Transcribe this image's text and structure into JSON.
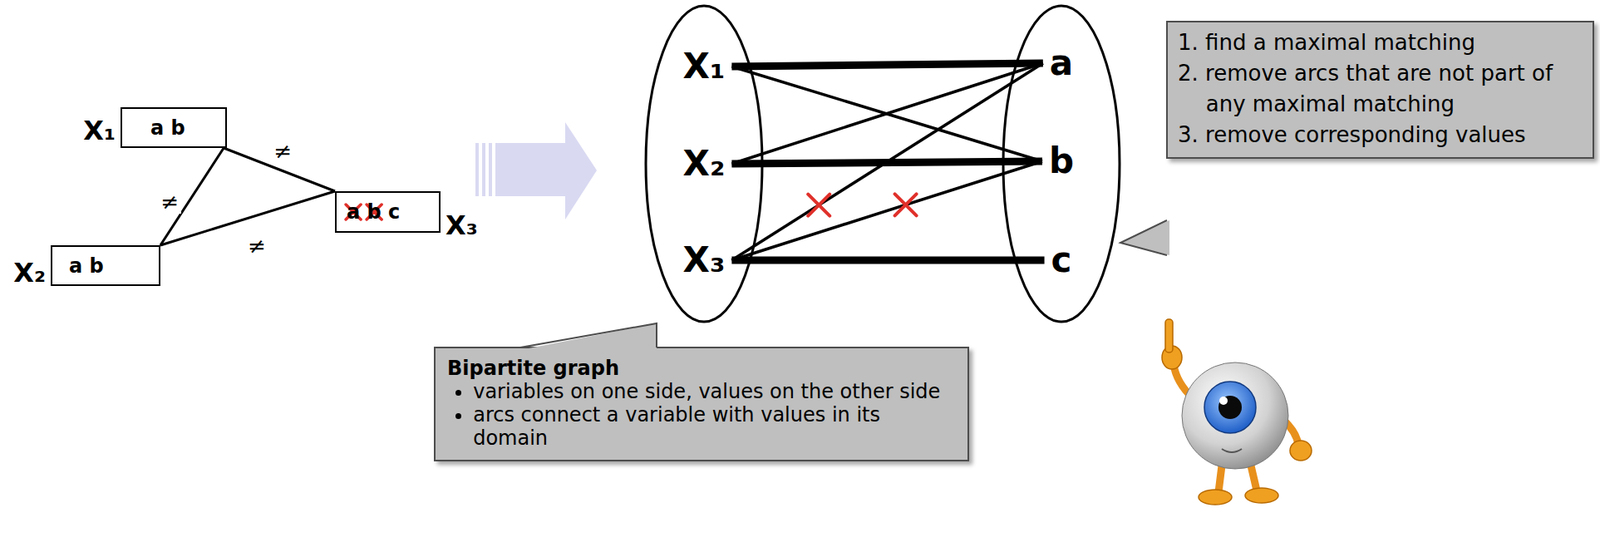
{
  "diagram": {
    "nodes": [
      {
        "text": [
          "X₁",
          "a b"
        ]
      },
      {
        "text": [
          "X₂",
          "a b"
        ]
      },
      {
        "text": [
          "X₃",
          "a b c"
        ]
      },
      {
        "text": [
          "X₁"
        ]
      },
      {
        "text": [
          "X₂"
        ]
      },
      {
        "text": [
          "X₃"
        ]
      },
      {
        "text": [
          "a"
        ]
      },
      {
        "text": [
          "b"
        ]
      },
      {
        "text": [
          "c"
        ]
      },
      {
        "text": [
          "1. find a maximal matching",
          "2. remove arcs that are not part of any maximal matching",
          "3. remove corresponding values"
        ]
      },
      {
        "text": [
          "Bipartite graph",
          "variables on one side, values on the other side",
          "arcs connect a variable with values in its domain"
        ]
      }
    ],
    "edges": [
      {
        "from": 0,
        "to": 1,
        "arrow": "none",
        "label": "≠"
      },
      {
        "from": 0,
        "to": 2,
        "arrow": "none",
        "label": "≠"
      },
      {
        "from": 1,
        "to": 2,
        "arrow": "none",
        "label": "≠"
      },
      {
        "from": 3,
        "to": 6,
        "arrow": "none"
      },
      {
        "from": 3,
        "to": 7,
        "arrow": "none"
      },
      {
        "from": 4,
        "to": 6,
        "arrow": "none"
      },
      {
        "from": 4,
        "to": 7,
        "arrow": "none"
      },
      {
        "from": 5,
        "to": 6,
        "arrow": "none"
      },
      {
        "from": 5,
        "to": 7,
        "arrow": "none"
      },
      {
        "from": 5,
        "to": 8,
        "arrow": "none"
      }
    ]
  }
}
